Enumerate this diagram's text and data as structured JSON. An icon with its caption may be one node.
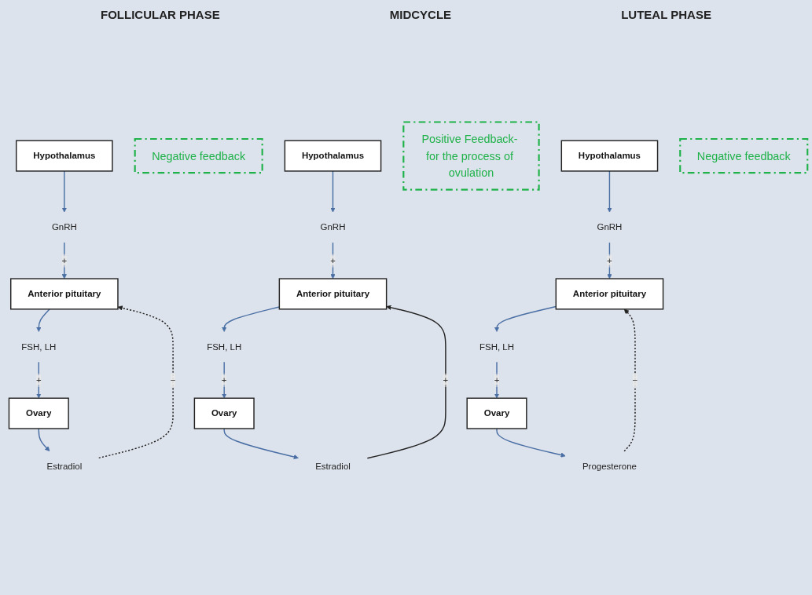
{
  "diagram": {
    "nodes": [
      {
        "text": [
          "Hypothalamus"
        ]
      },
      {
        "text": [
          "GnRH"
        ]
      },
      {
        "text": [
          "Negative feedback"
        ]
      },
      {
        "text": [
          "Anterior pituitary"
        ]
      },
      {
        "text": [
          "FSH, LH"
        ]
      },
      {
        "text": [
          "Ovary"
        ]
      },
      {
        "text": [
          "Estradiol"
        ]
      },
      {
        "text": [
          "Hypothalamus"
        ]
      },
      {
        "text": [
          "GnRH"
        ]
      },
      {
        "text": [
          "Positive Feedback- for the process of ovulation"
        ]
      },
      {
        "text": [
          "Anterior pituitary"
        ]
      },
      {
        "text": [
          "FSH, LH"
        ]
      },
      {
        "text": [
          "Ovary"
        ]
      },
      {
        "text": [
          "Estradiol"
        ]
      },
      {
        "text": [
          "Hypothalamus"
        ]
      },
      {
        "text": [
          "GnRH"
        ]
      },
      {
        "text": [
          "Negative feedback"
        ]
      },
      {
        "text": [
          "Anterior pituitary"
        ]
      },
      {
        "text": [
          "FSH, LH"
        ]
      },
      {
        "text": [
          "Ovary"
        ]
      },
      {
        "text": [
          "Progesterone"
        ]
      }
    ],
    "edges": [
      {
        "from": 0,
        "to": 1,
        "arrow": "to"
      },
      {
        "from": 1,
        "to": 3,
        "arrow": "to",
        "label": "+"
      },
      {
        "from": 3,
        "to": 4,
        "arrow": "to"
      },
      {
        "from": 4,
        "to": 5,
        "arrow": "to",
        "label": "+"
      },
      {
        "from": 5,
        "to": 6,
        "arrow": "to"
      },
      {
        "from": 6,
        "to": 3,
        "arrow": "to",
        "label": "−",
        "style": "dashed",
        "color": "#222222"
      },
      {
        "from": 7,
        "to": 8,
        "arrow": "to"
      },
      {
        "from": 8,
        "to": 10,
        "arrow": "to",
        "label": "+"
      },
      {
        "from": 10,
        "to": 11,
        "arrow": "to"
      },
      {
        "from": 11,
        "to": 12,
        "arrow": "to",
        "label": "+"
      },
      {
        "from": 12,
        "to": 13,
        "arrow": "to"
      },
      {
        "from": 13,
        "to": 10,
        "arrow": "to",
        "label": "+",
        "color": "#222222"
      },
      {
        "from": 14,
        "to": 15,
        "arrow": "to"
      },
      {
        "from": 15,
        "to": 17,
        "arrow": "to",
        "label": "+"
      },
      {
        "from": 17,
        "to": 18,
        "arrow": "to"
      },
      {
        "from": 18,
        "to": 19,
        "arrow": "to",
        "label": "+"
      },
      {
        "from": 19,
        "to": 20,
        "arrow": "to"
      },
      {
        "from": 20,
        "to": 17,
        "arrow": "to",
        "label": "−",
        "style": "dashed",
        "color": "#222222"
      }
    ],
    "labels": [
      "FOLLICULAR PHASE",
      "MIDCYCLE",
      "LUTEAL PHASE"
    ]
  }
}
